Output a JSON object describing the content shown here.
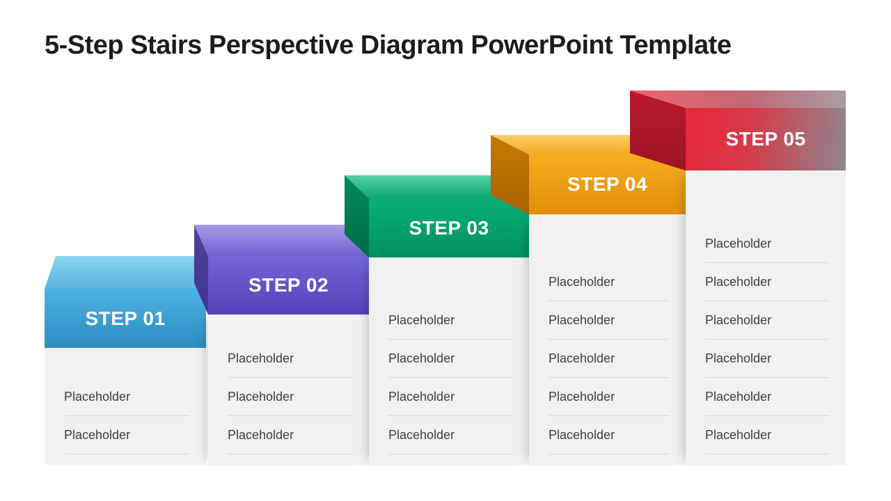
{
  "title": "5-Step Stairs Perspective Diagram PowerPoint Template",
  "colors": {
    "title_text": "#1c1c1c",
    "body_column": "#f1f1f2",
    "placeholder_text": "#3f3f3f",
    "divider": "#d6d6d6",
    "step_label_text": "#ffffff",
    "step5_fade": "#8e8c92"
  },
  "steps": [
    {
      "label": "STEP 01",
      "color": "#3aa3d4",
      "placeholders": [
        "Placeholder",
        "Placeholder"
      ]
    },
    {
      "label": "STEP 02",
      "color": "#6356c9",
      "placeholders": [
        "Placeholder",
        "Placeholder",
        "Placeholder"
      ]
    },
    {
      "label": "STEP 03",
      "color": "#00a06b",
      "placeholders": [
        "Placeholder",
        "Placeholder",
        "Placeholder",
        "Placeholder"
      ]
    },
    {
      "label": "STEP 04",
      "color": "#efa115",
      "placeholders": [
        "Placeholder",
        "Placeholder",
        "Placeholder",
        "Placeholder",
        "Placeholder"
      ]
    },
    {
      "label": "STEP 05",
      "color": "#e42a3c",
      "placeholders": [
        "Placeholder",
        "Placeholder",
        "Placeholder",
        "Placeholder",
        "Placeholder",
        "Placeholder"
      ]
    }
  ]
}
